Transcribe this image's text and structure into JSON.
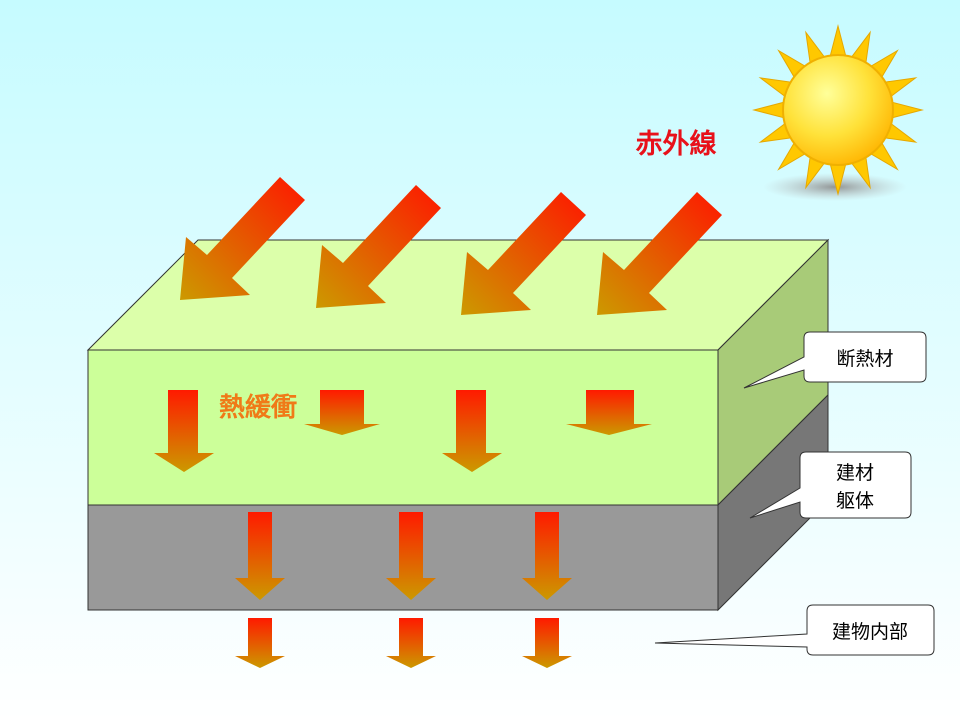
{
  "labels": {
    "infrared": "赤外線",
    "heat_buffer": "熱緩衝",
    "insulation": "断熱材",
    "structure_line1": "建材",
    "structure_line2": "躯体",
    "interior": "建物内部"
  },
  "colors": {
    "sky_top": "#ccffff",
    "sky_bottom": "#ffffff",
    "insulation_front": "#ccff99",
    "insulation_top": "#ddffaa",
    "insulation_side": "#a9cc7a",
    "structure_front": "#999999",
    "structure_side": "#777777",
    "arrow_hot": "#ff1a00",
    "arrow_warm": "#cc9900",
    "infrared_text": "#e8111a",
    "buffer_text": "#f07a18",
    "sun_core": "#ffe14d",
    "sun_ray": "#ffcc00"
  },
  "icons": [
    "sun-icon"
  ]
}
